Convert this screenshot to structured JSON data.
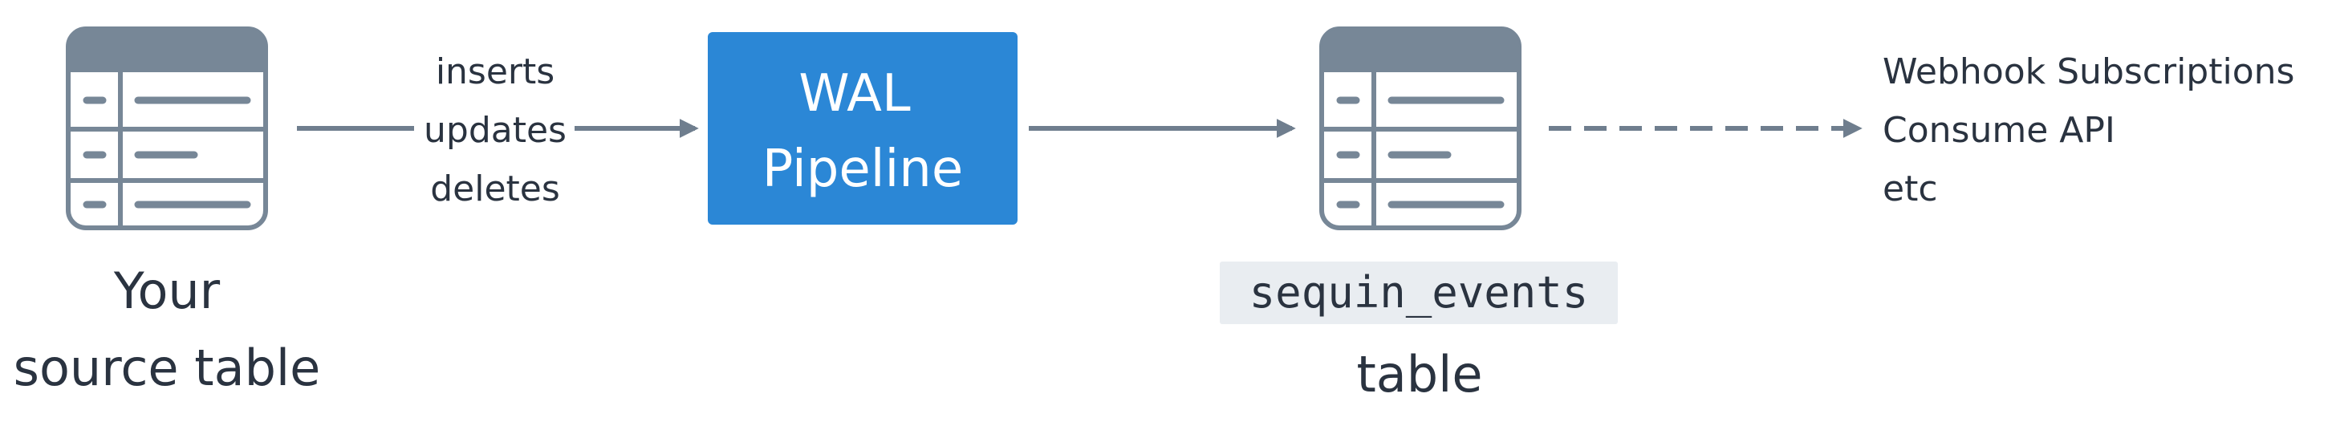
{
  "source_table": {
    "label_line1": "Your",
    "label_line2": "source table"
  },
  "change_types": [
    "inserts",
    "updates",
    "deletes"
  ],
  "wal_pipeline": {
    "line1": "WAL",
    "line2": "Pipeline"
  },
  "events_table": {
    "code_label": "sequin_events",
    "label": "table"
  },
  "consumers": [
    "Webhook Subscriptions",
    "Consume API",
    "etc"
  ],
  "colors": {
    "icon": "#778797",
    "arrow": "#6f7e8e",
    "pipeline_fill": "#2b87d6",
    "text": "#2a3340",
    "code_bg": "#e9edf1"
  }
}
